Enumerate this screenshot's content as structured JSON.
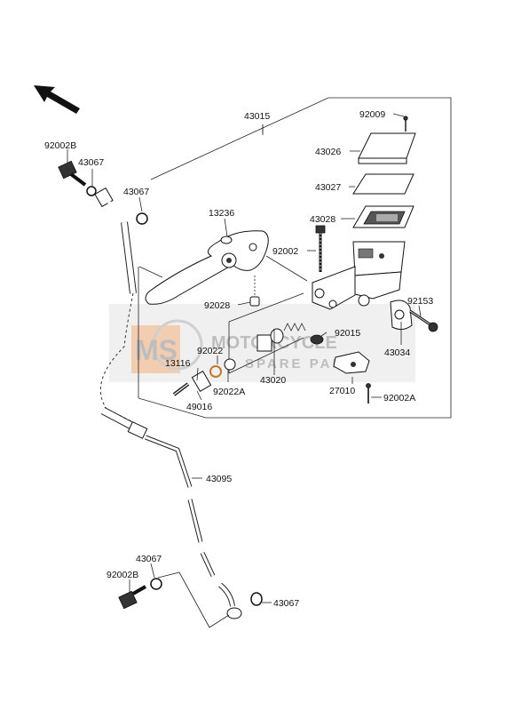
{
  "watermark": {
    "logo": "MS",
    "line1": "MOTORCYCLE",
    "line2": "SPARE PARTS"
  },
  "labels": {
    "p43015": "43015",
    "p92009": "92009",
    "p43026": "43026",
    "p43027": "43027",
    "p43028": "43028",
    "p13236": "13236",
    "p92002": "92002",
    "p92153": "92153",
    "p92028": "92028",
    "p92015": "92015",
    "p43034": "43034",
    "p92022": "92022",
    "p13116": "13116",
    "p92022A": "92022A",
    "p49016": "49016",
    "p43020": "43020",
    "p27010": "27010",
    "p92002A": "92002A",
    "p92002B_top": "92002B",
    "p43067_a": "43067",
    "p43067_b": "43067",
    "p43095": "43095",
    "p43067_c": "43067",
    "p92002B_bot": "92002B",
    "p43067_d": "43067"
  }
}
